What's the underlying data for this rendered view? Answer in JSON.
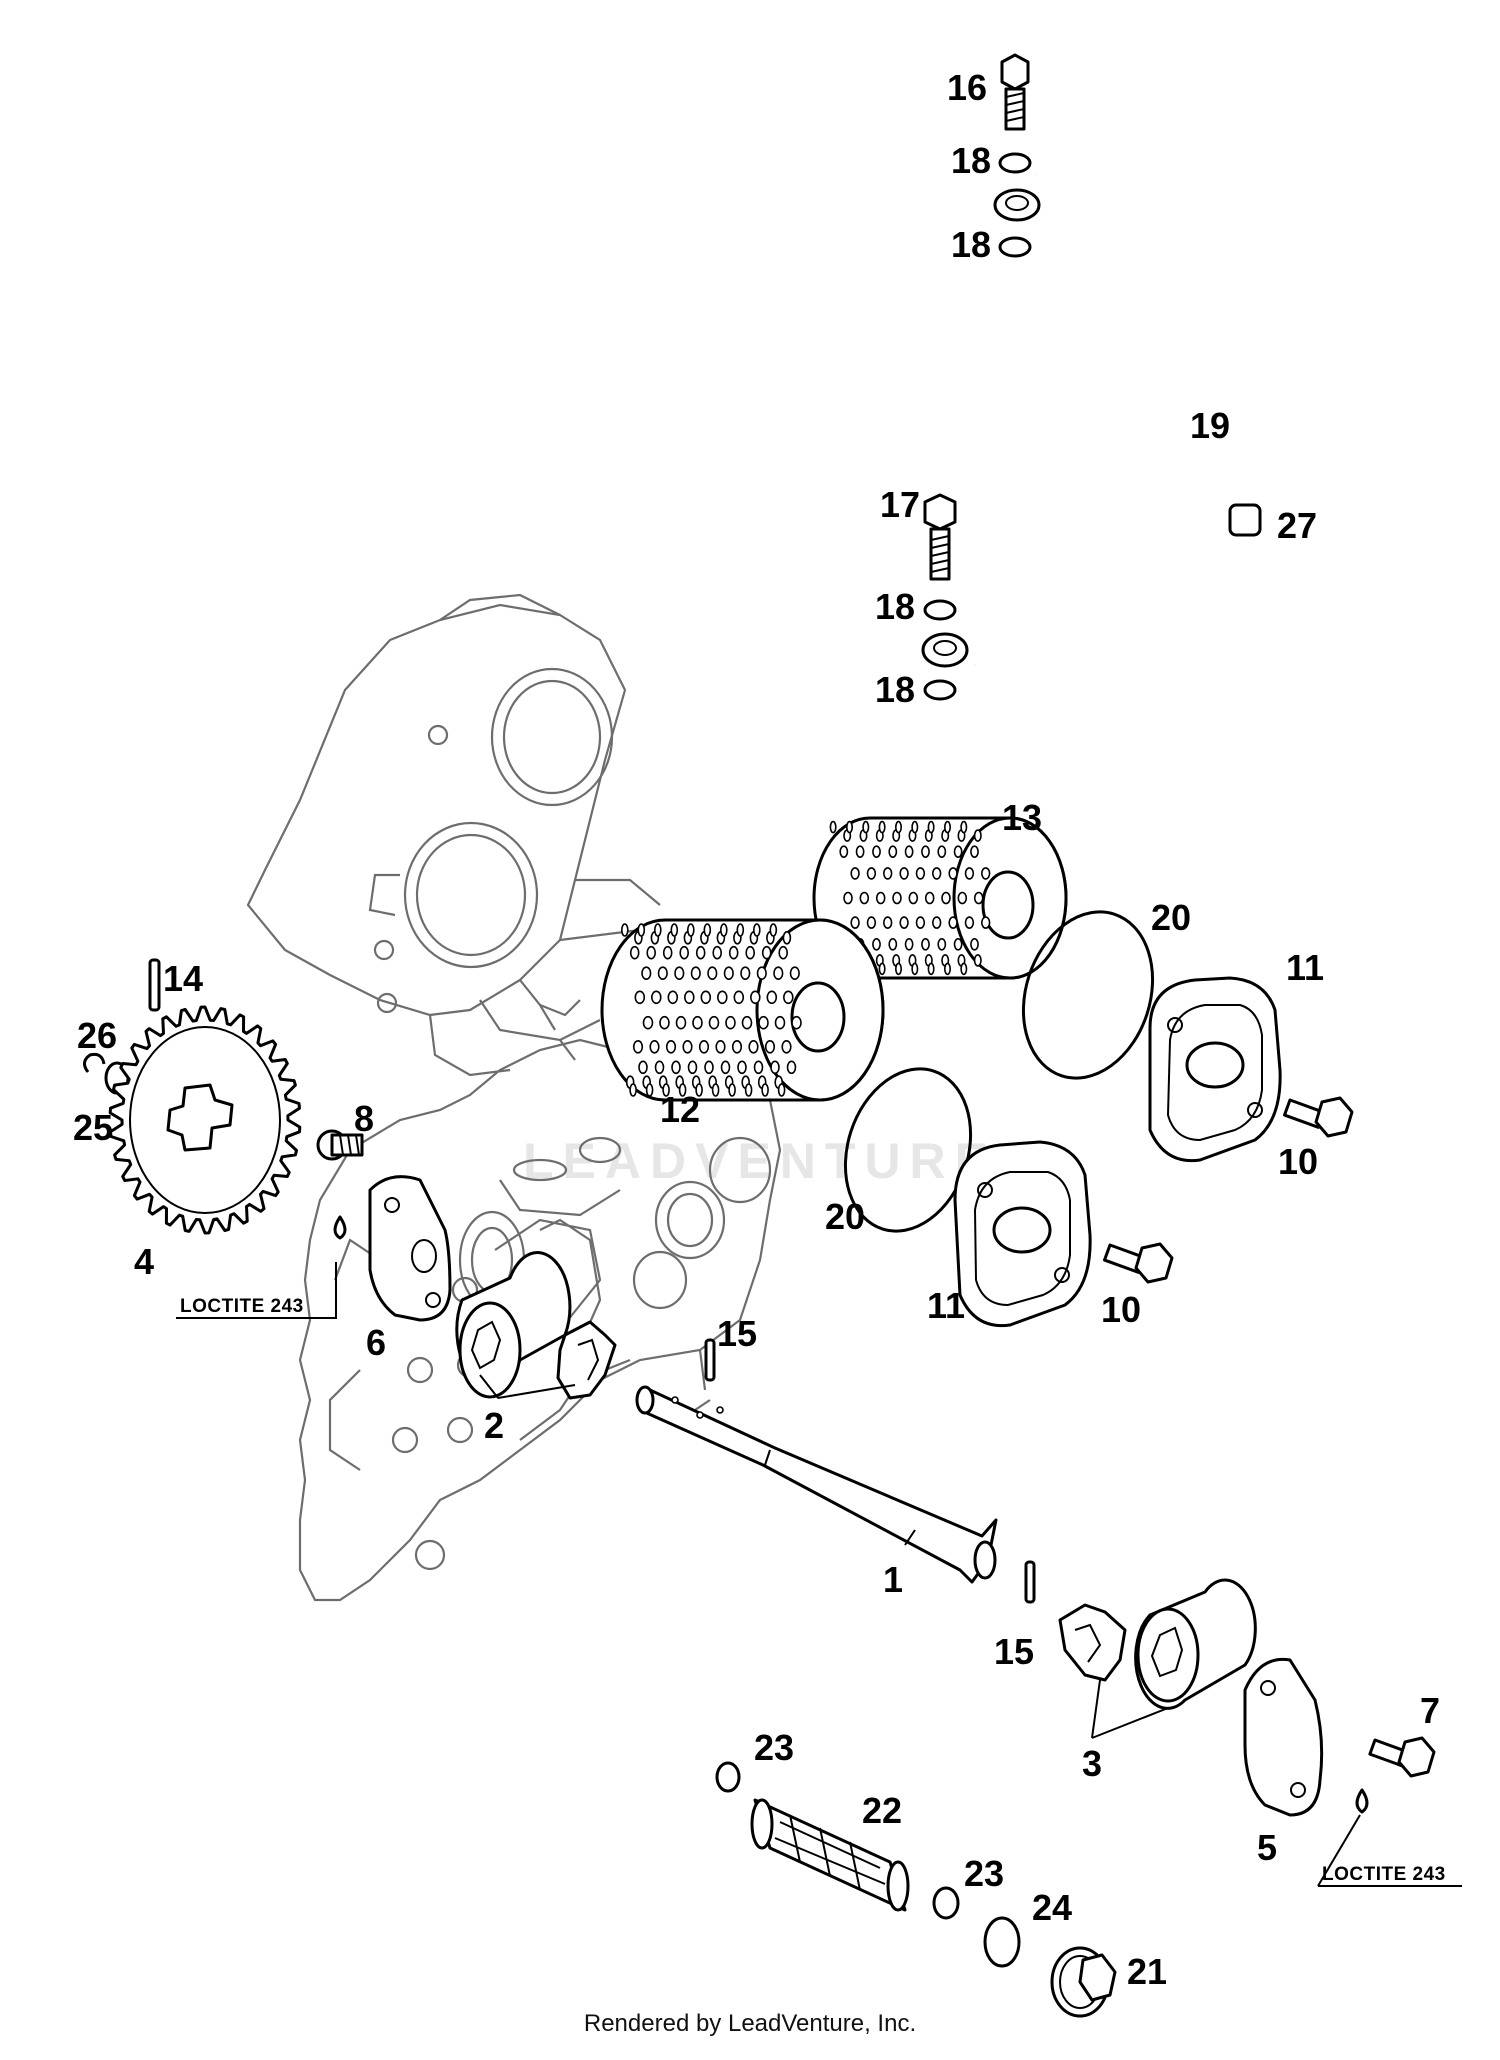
{
  "watermark": "LEADVENTURE",
  "footer": "Rendered by LeadVenture, Inc.",
  "notes": {
    "loctite_left": "LOCTITE 243",
    "loctite_right": "LOCTITE 243"
  },
  "callouts": {
    "c1": "1",
    "c2": "2",
    "c3": "3",
    "c4": "4",
    "c5": "5",
    "c6": "6",
    "c7": "7",
    "c8": "8",
    "c10a": "10",
    "c10b": "10",
    "c11a": "11",
    "c11b": "11",
    "c12": "12",
    "c13": "13",
    "c14": "14",
    "c15a": "15",
    "c15b": "15",
    "c16": "16",
    "c17": "17",
    "c18a": "18",
    "c18b": "18",
    "c18c": "18",
    "c18d": "18",
    "c19": "19",
    "c20a": "20",
    "c20b": "20",
    "c21": "21",
    "c22": "22",
    "c23a": "23",
    "c23b": "23",
    "c24": "24",
    "c25": "25",
    "c26": "26",
    "c27": "27"
  }
}
